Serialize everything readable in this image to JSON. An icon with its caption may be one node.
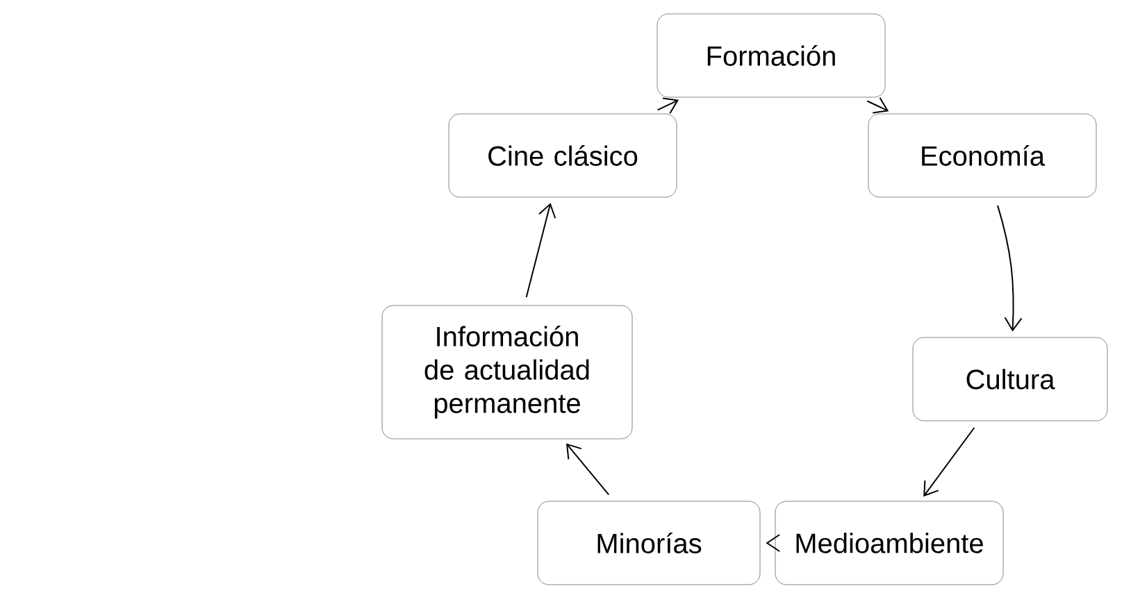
{
  "diagram": {
    "nodes": [
      {
        "text": [
          "Formación"
        ]
      },
      {
        "text": [
          "Economía"
        ]
      },
      {
        "text": [
          "Cultura"
        ]
      },
      {
        "text": [
          "Medioambiente"
        ]
      },
      {
        "text": [
          "Minorías"
        ]
      },
      {
        "text": [
          "Información de actualidad permanente"
        ]
      },
      {
        "text": [
          "Cine clásico"
        ]
      }
    ],
    "edges": [
      {
        "from": 6,
        "to": 0,
        "arrow": "to"
      },
      {
        "from": 0,
        "to": 1,
        "arrow": "to"
      },
      {
        "from": 1,
        "to": 2,
        "arrow": "to"
      },
      {
        "from": 2,
        "to": 3,
        "arrow": "to"
      },
      {
        "from": 3,
        "to": 4,
        "arrow": "to"
      },
      {
        "from": 4,
        "to": 5,
        "arrow": "to"
      },
      {
        "from": 5,
        "to": 6,
        "arrow": "to"
      }
    ]
  }
}
